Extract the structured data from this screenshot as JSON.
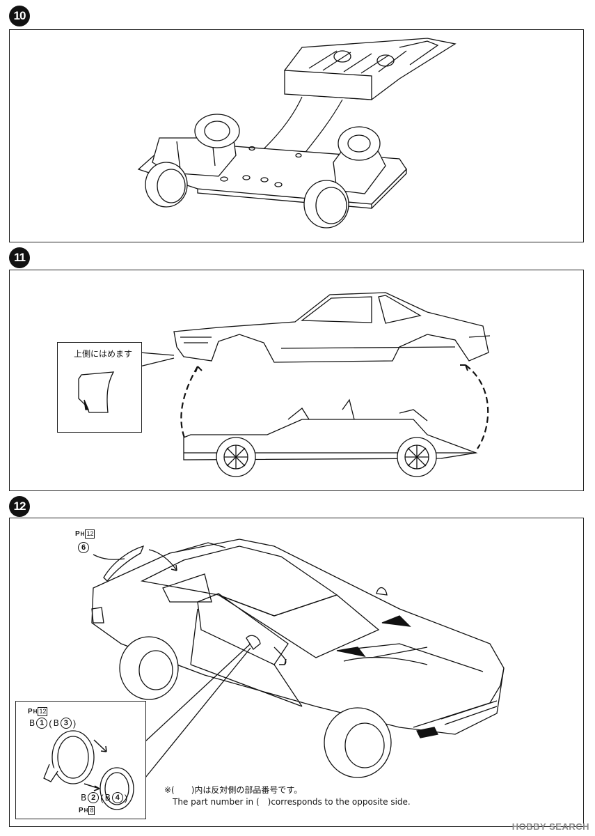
{
  "steps": [
    {
      "number": "10"
    },
    {
      "number": "11",
      "inset_note": "上側にはめます"
    },
    {
      "number": "12"
    }
  ],
  "parts": {
    "spoiler": {
      "sheet": "P",
      "sheet_sub": "H",
      "sheet_num": "12",
      "number": "6"
    },
    "mirror": {
      "sheet_top": "P",
      "sheet_top_sub": "H",
      "sheet_top_num": "12",
      "part_a_letter": "B",
      "part_a_num": "1",
      "part_a_alt_letter": "B",
      "part_a_alt_num": "3",
      "part_b_letter": "B",
      "part_b_num": "2",
      "part_b_alt_letter": "B",
      "part_b_alt_num": "4",
      "sheet_bottom": "P",
      "sheet_bottom_sub": "H",
      "sheet_bottom_num": "8"
    }
  },
  "footnote": {
    "jp": "※(　　)内は反対側の部品番号です。",
    "en": "The part number in (　)corresponds to the opposite side."
  },
  "watermark": "HOBBY SEARCH"
}
